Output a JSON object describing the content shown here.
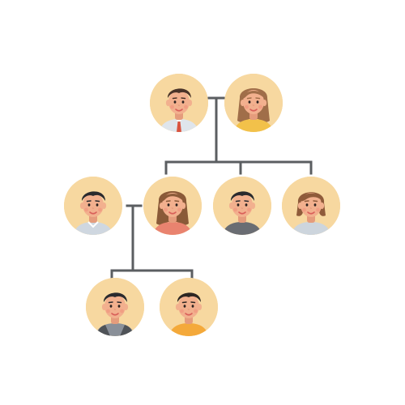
{
  "colors": {
    "line": "#5b5e61",
    "circle_bg": "#f7d8a0",
    "skin": "#f2b08e",
    "skin_shade": "#e59c7c",
    "cheek": "#f08f7a",
    "mouth": "#d9605a"
  },
  "people": [
    {
      "id": "grandfather",
      "generation": 1,
      "hair": "short",
      "hair_color": "#4a3328",
      "shirt_color": "#dfe5ec",
      "accessory": "tie",
      "accessory_color": "#d9533f"
    },
    {
      "id": "grandmother",
      "generation": 1,
      "hair": "long",
      "hair_color": "#a06e49",
      "shirt_color": "#f2c14a",
      "accessory": "none"
    },
    {
      "id": "father",
      "generation": 2,
      "hair": "short-dark",
      "hair_color": "#2a2a2e",
      "shirt_color": "#cfd7e0",
      "accessory": "collar"
    },
    {
      "id": "mother",
      "generation": 2,
      "hair": "long",
      "hair_color": "#8a5a38",
      "shirt_color": "#e9836f",
      "accessory": "none"
    },
    {
      "id": "uncle",
      "generation": 2,
      "hair": "short-dark",
      "hair_color": "#2a2a2e",
      "shirt_color": "#6a6d73",
      "accessory": "none"
    },
    {
      "id": "aunt",
      "generation": 2,
      "hair": "bob",
      "hair_color": "#8f5b3a",
      "shirt_color": "#cdd5dd",
      "accessory": "none"
    },
    {
      "id": "son",
      "generation": 3,
      "hair": "short-dark",
      "hair_color": "#2a2a2e",
      "shirt_color": "#8a9099",
      "accessory": "raglan"
    },
    {
      "id": "daughter-child",
      "generation": 3,
      "hair": "short-dark",
      "hair_color": "#2d2622",
      "shirt_color": "#f4a93a",
      "accessory": "none"
    }
  ]
}
